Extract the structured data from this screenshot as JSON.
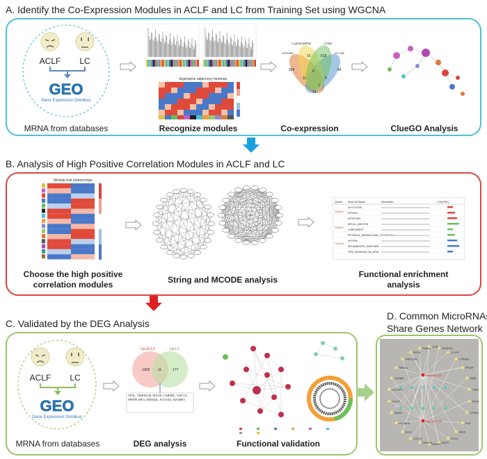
{
  "sectionA": {
    "title": "A. Identify the Co-Expression Modules in ACLF and LC from Training Set using WGCNA",
    "label_aclf": "ACLF",
    "label_lc": "LC",
    "geo_logo": "GEO",
    "geo_subtitle": "Gene Expression Omnibus",
    "heatmap_title": "Eigengene adjacency heatmap",
    "venn_labels": [
      "A.greenyellow",
      "A.blue",
      "A.brown",
      "LC.red"
    ],
    "venn_values": [
      "294",
      "15",
      "618",
      "84",
      "11",
      "5",
      "6",
      "14",
      "1"
    ],
    "captions": {
      "mrna": "MRNA from databases",
      "modules": "Recognize modules",
      "coexp": "Co-expression",
      "cluego": "ClueGO Analysis"
    },
    "border_color": "#4cc0d8"
  },
  "sectionB": {
    "title": "B. Analysis of High Positive Correlation Modules in ACLF and LC",
    "module_trait_title": "Module-trait relationships",
    "table_headers": [
      "Cluster",
      "Gene Set Name",
      "Description",
      "LOG(FDR)"
    ],
    "table_clusters": [
      "Cluster1",
      "Cluster2",
      "Cluster3"
    ],
    "table_genesets": [
      "GLYCOLYSIS",
      "HYPOXIA",
      "APOPTOSIS",
      "APICAL_JUNCTION",
      "COMPLEMENT",
      "EPITHELIAL_MESENCHYMAL_TRANSITION",
      "HYPOXIA",
      "INFLAMMATORY_RESPONSE",
      "TNFA_SIGNALING_VIA_NFKB"
    ],
    "captions": {
      "choose_line1": "Choose the high positive",
      "choose_line2": "correlation modules",
      "string": "String and MCODE analysis",
      "func_line1": "Functional enrichment",
      "func_line2": "analysis"
    },
    "border_color": "#d9453f"
  },
  "sectionC": {
    "title": "C. Validated by the DEG Analysis",
    "label_aclf": "ACLF",
    "label_lc": "LC",
    "geo_logo": "GEO",
    "geo_subtitle": "Gene Expression Omnibus",
    "venn_left_title": "Up-ACLF",
    "venn_right_title": "Up-LC",
    "venn_values": [
      "1308",
      "11",
      "177"
    ],
    "gene_list": "TFSC, TMEM148, MYOF, CARMIL, CDC14, PPDPF, HK3, NEDD4L, FLVCR2, IGF2BP2",
    "captions": {
      "mrna": "MRNA from databases",
      "deg": "DEG analysis",
      "validation": "Functional validation"
    },
    "border_color": "#9cc56b"
  },
  "sectionD": {
    "title_line1": "D. Common MicroRNAs-",
    "title_line2": "Share Genes Network",
    "hub_labels": [
      "hsa-miR-122",
      "hsa-miR-146"
    ],
    "gene_labels": [
      "TFSC",
      "RHOBTB",
      "CYTIP",
      "CTNNB1",
      "PPDPF",
      "ZEB1",
      "TMEM148",
      "MYOF",
      "CPPED1",
      "HK3",
      "VASP",
      "SOX4",
      "RNF5",
      "CKAP4",
      "NEDD4L",
      "CDC14",
      "BCL2",
      "IGF2BP2",
      "RAB27",
      "KLF12",
      "FLVCR2",
      "CARMIL",
      "SBNO1",
      "FAM129A",
      "DSTN",
      "RAB11"
    ],
    "bg_color": "#b8b6b2",
    "border_color": "#9cc56b"
  }
}
